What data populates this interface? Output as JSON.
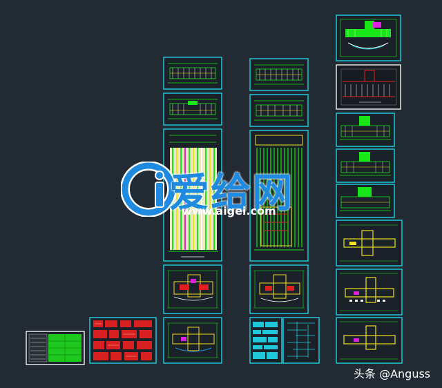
{
  "watermark": {
    "brand_cn": "爱给网",
    "url": "www.aigei.com",
    "logo_letter": "Ci",
    "logo_color": "#1e8be0"
  },
  "credit": {
    "text": "头条 @Anguss"
  },
  "colors": {
    "background": "#222a33",
    "sheet_border": "#1ec8d8",
    "sheet_border_white": "#e8e8e8",
    "drawing_green": "#19e619",
    "drawing_yellow": "#f0e020",
    "drawing_red": "#e02020",
    "drawing_magenta": "#e020e0",
    "drawing_white": "#ffffff"
  }
}
